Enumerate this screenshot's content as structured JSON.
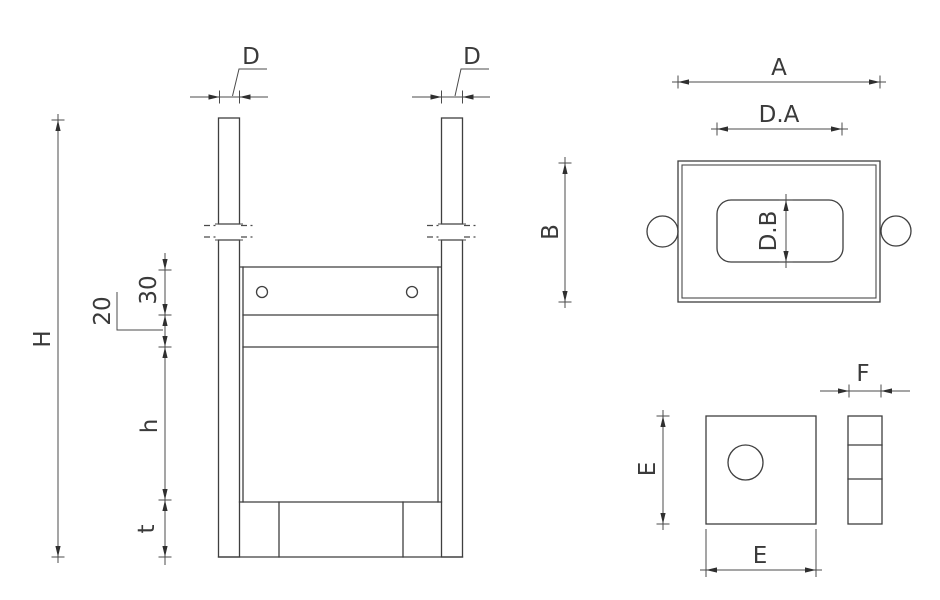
{
  "colors": {
    "background": "#ffffff",
    "geometry_line": "#3f3f3f",
    "dimension_line": "#4b4b4b",
    "label_text": "#3a3a3a"
  },
  "front_view": {
    "labels": {
      "overall_height": "H",
      "rope_diameter_left": "D",
      "rope_diameter_right": "D",
      "plate_to_box_offset": "30",
      "box_band_offset": "20",
      "pocket_height": "h",
      "base_thickness": "t"
    }
  },
  "plan_view": {
    "labels": {
      "overall_width": "A",
      "opening_width": "D.A",
      "opening_depth": "D.B",
      "overall_depth": "B"
    }
  },
  "block_view": {
    "labels": {
      "block_height": "E",
      "block_width": "E",
      "block_thickness": "F"
    }
  }
}
